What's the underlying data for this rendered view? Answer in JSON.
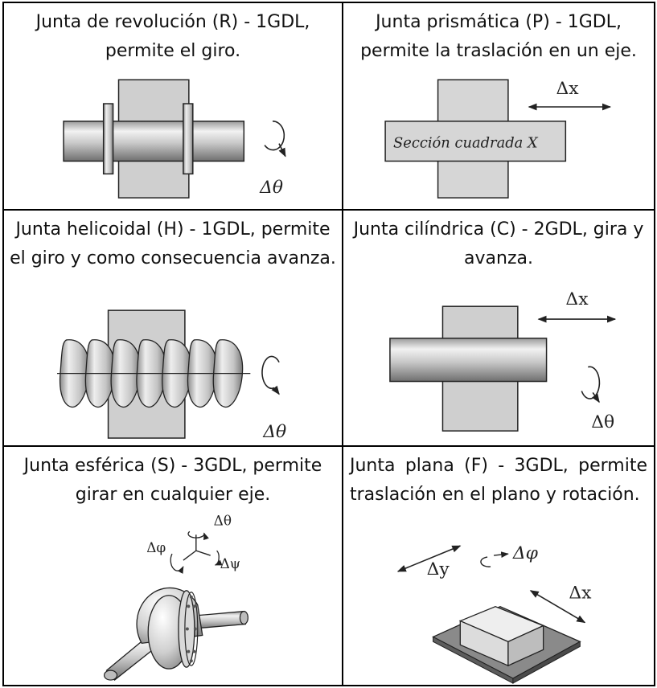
{
  "cells": [
    {
      "caption": "Junta de revolución (R) - 1GDL, permite el giro.",
      "symbols": {
        "rot": "Δθ"
      }
    },
    {
      "caption": "Junta prismática (P) - 1GDL, permite la traslación en un eje.",
      "symbols": {
        "trans": "Δx",
        "label": "Sección cuadrada X"
      }
    },
    {
      "caption": "Junta helicoidal (H) - 1GDL, permite el giro y como consecuencia avanza.",
      "symbols": {
        "rot": "Δθ"
      }
    },
    {
      "caption": "Junta cilíndrica (C) - 2GDL, gira y avanza.",
      "symbols": {
        "trans": "Δx",
        "rot": "Δθ"
      }
    },
    {
      "caption": "Junta esférica (S) - 3GDL, permite girar en cualquier eje.",
      "symbols": {
        "theta": "Δθ",
        "phi": "Δφ",
        "psi": "Δψ"
      }
    },
    {
      "caption": "Junta plana (F) - 3GDL, permite traslación en el plano y rotación.",
      "symbols": {
        "y": "Δy",
        "phi": "Δφ",
        "x": "Δx"
      }
    }
  ],
  "colors": {
    "metal_light": "#e6e6e6",
    "metal_mid": "#bdbdbd",
    "metal_dark": "#8a8a8a",
    "block": "#cfcfcf",
    "outline": "#222222"
  }
}
